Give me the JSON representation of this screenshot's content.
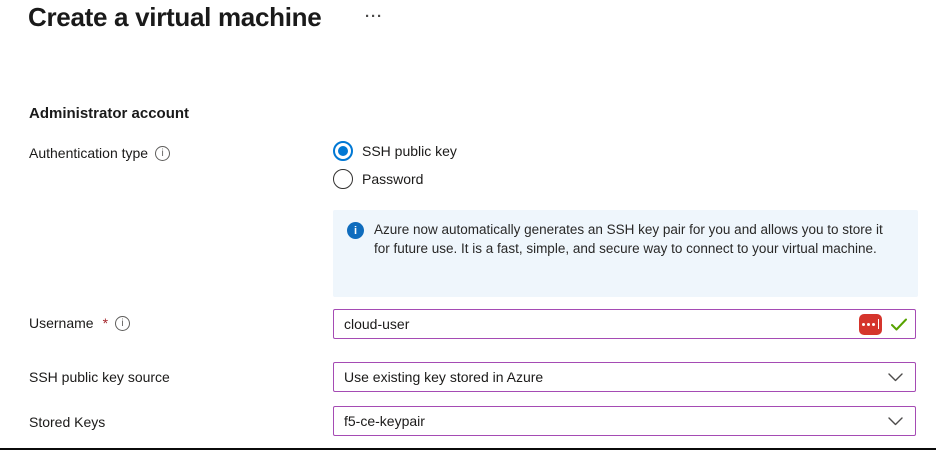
{
  "page": {
    "title": "Create a virtual machine"
  },
  "icons": {
    "more_options": "···",
    "info_glyph": "i"
  },
  "section": {
    "heading": "Administrator account"
  },
  "auth_type": {
    "label": "Authentication type",
    "options": [
      {
        "label": "SSH public key",
        "selected": true
      },
      {
        "label": "Password",
        "selected": false
      }
    ]
  },
  "info_banner": {
    "text": "Azure now automatically generates an SSH key pair for you and allows you to store it for future use. It is a fast, simple, and secure way to connect to your virtual machine."
  },
  "username": {
    "label": "Username",
    "required_mark": "*",
    "value": "cloud-user"
  },
  "ssh_key_source": {
    "label": "SSH public key source",
    "value": "Use existing key stored in Azure"
  },
  "stored_keys": {
    "label": "Stored Keys",
    "value": "f5-ce-keypair"
  },
  "colors": {
    "accent_blue": "#0078d4",
    "banner_background": "#eff6fc",
    "banner_icon_blue": "#0f6cbd",
    "input_border_purple": "#a54bb4",
    "valid_check_green": "#57a300",
    "password_manager_red": "#d5352c",
    "required_red": "#a4262c"
  }
}
